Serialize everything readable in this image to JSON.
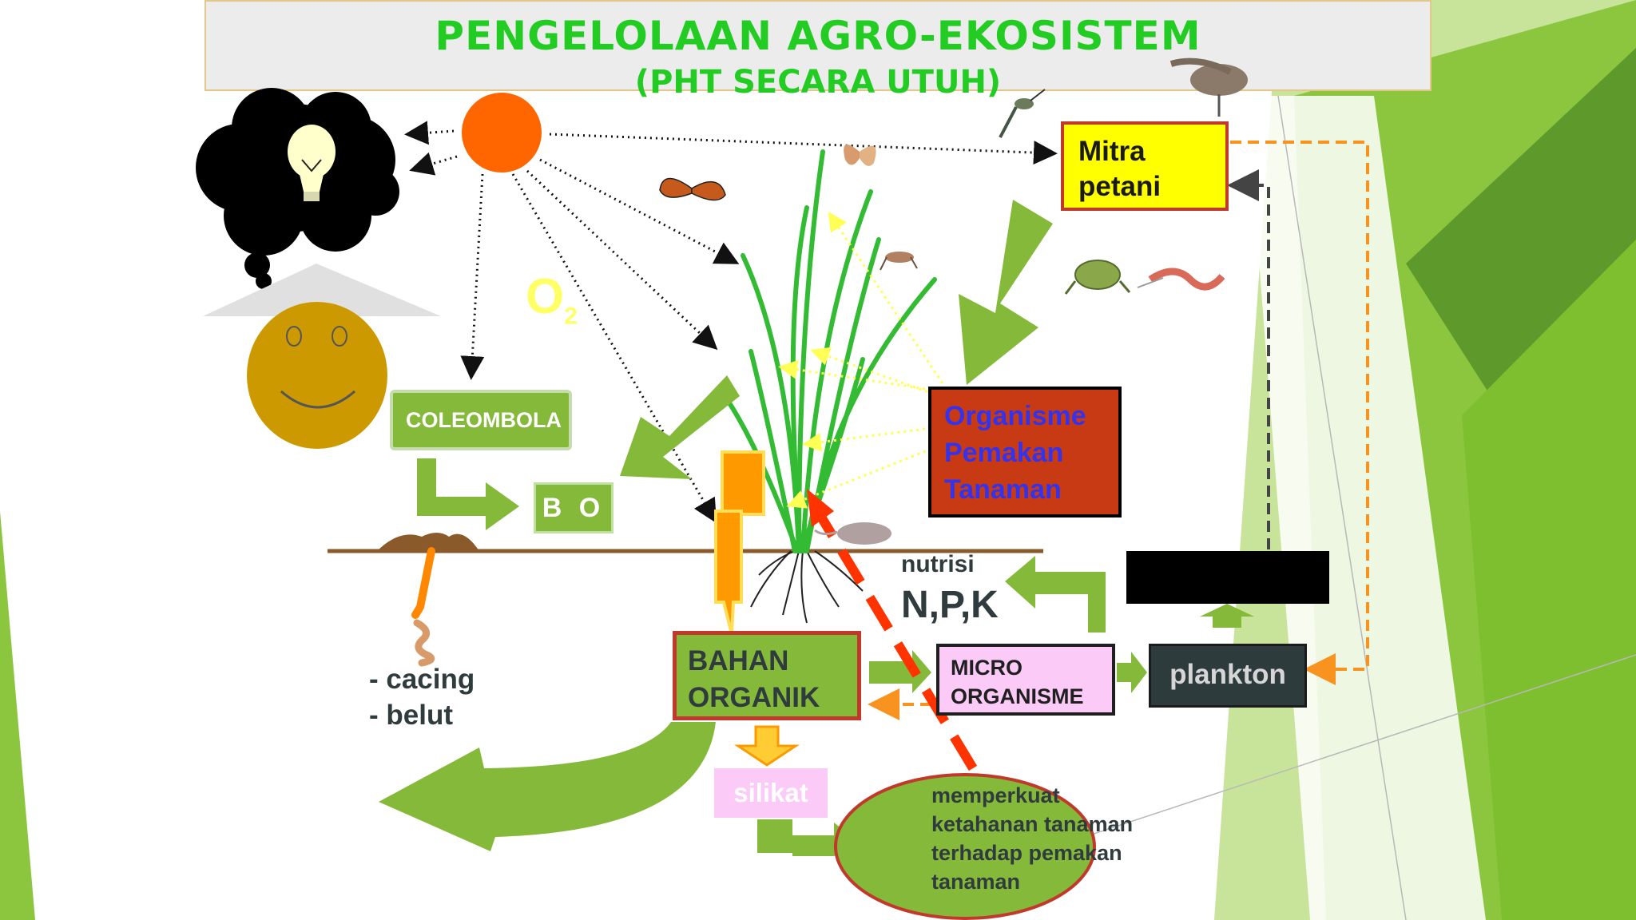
{
  "title": {
    "main": "PENGELOLAAN AGRO-EKOSISTEM",
    "sub": "(PHT SECARA UTUH)"
  },
  "diagram": {
    "o2_label": "O",
    "o2_subscript": "2",
    "coleombola": "COLEOMBOLA",
    "bo": "B O",
    "mitra_line1": "Mitra",
    "mitra_line2": "petani",
    "organisme_line1": "Organisme",
    "organisme_line2": "Pemakan",
    "organisme_line3": "Tanaman",
    "bahan_line1": "BAHAN",
    "bahan_line2": "ORGANIK",
    "micro_line1": "MICRO",
    "micro_line2": "ORGANISME",
    "plankton": "plankton",
    "silikat": "silikat",
    "nutrisi": "nutrisi",
    "npk": "N,P,K",
    "worm_1": "- cacing",
    "worm_2": "- belut",
    "oval_line1": "memperkuat",
    "oval_line2": "ketahanan tanaman",
    "oval_line3": "terhadap pemakan",
    "oval_line4": "tanaman"
  },
  "colors": {
    "title_green": "#22cc22",
    "box_green": "#85b93a",
    "mitra_yellow": "#ffff00",
    "organisme_red": "#c73a14",
    "micro_pink": "#fbcaf7",
    "plankton_dark": "#2e3b3d",
    "sun_orange": "#ff6600",
    "soil_brown": "#8b5a2b"
  },
  "icons": [
    "sun-icon",
    "thinking-cloud-icon",
    "lightbulb-icon",
    "farmer-face-icon",
    "rice-plant-icon",
    "butterfly-icon",
    "hummingbird-icon",
    "hawk-icon",
    "frog-icon",
    "snake-icon",
    "worm-icon",
    "grasshopper-icon",
    "rat-icon"
  ]
}
